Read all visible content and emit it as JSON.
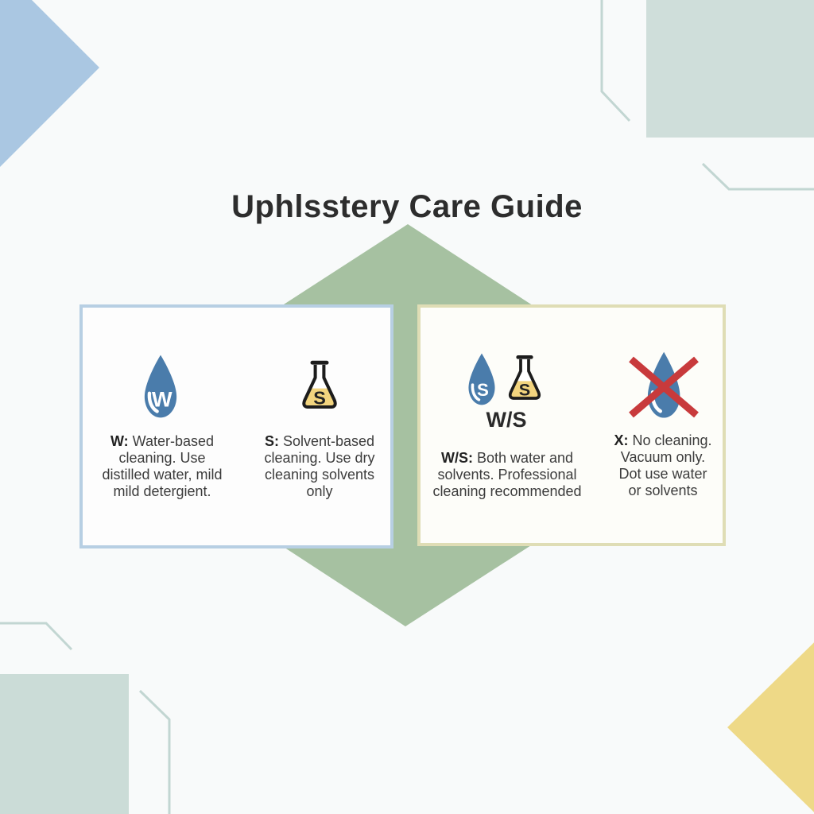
{
  "title": "Uphlsstery Care Guide",
  "colors": {
    "background": "#f8fafa",
    "blue_diamond": "#aac7e2",
    "teal_shape": "#cfdeda",
    "green_diamond": "#a6c1a1",
    "teal_square": "#cbdcd7",
    "yellow_diamond": "#eed987",
    "outline_teal": "#c2d6d2",
    "card_left_border": "#b7cfe3",
    "card_right_border": "#dfddb5",
    "drop_blue": "#4a7cab",
    "flask_yellow": "#f2d47e",
    "cross_red": "#c83a3c",
    "title_text": "#2d2d2d",
    "body_text": "#3c3c3c"
  },
  "decor": [
    {
      "name": "blue-diamond-top-left",
      "color": "#aac7e2"
    },
    {
      "name": "teal-rectangle-top-right",
      "color": "#cfdeda"
    },
    {
      "name": "green-diamond-center",
      "color": "#a6c1a1"
    },
    {
      "name": "teal-square-bottom-left",
      "color": "#cbdcd7"
    },
    {
      "name": "yellow-diamond-bottom-right",
      "color": "#eed987"
    },
    {
      "name": "hexagon-outline-accents",
      "color": "#c2d6d2"
    }
  ],
  "cards": [
    {
      "name": "water-solvent-card",
      "border_color": "#b7cfe3",
      "entries": [
        {
          "code": "W",
          "icon": "water-drop-icon",
          "icon_letter": "W",
          "label_prefix": "W:",
          "lines": [
            "Water-based",
            "cleaning. Use",
            "distilled water, mild",
            "mild detergient."
          ]
        },
        {
          "code": "S",
          "icon": "flask-icon",
          "icon_letter": "S",
          "label_prefix": "S:",
          "lines": [
            "Solvent-based",
            "cleaning. Use dry",
            "cleaning solvents",
            "only"
          ]
        }
      ]
    },
    {
      "name": "ws-x-card",
      "border_color": "#dfddb5",
      "entries": [
        {
          "code": "W/S",
          "icon": "water-drop-and-flask-icons",
          "drop_letter": "S",
          "flask_letter": "S",
          "badge": "W/S",
          "label_prefix": "W/S:",
          "lines": [
            "Both water and",
            "solvents. Professional",
            "cleaning recommended"
          ]
        },
        {
          "code": "X",
          "icon": "crossed-water-drop-icon",
          "label_prefix": "X:",
          "lines": [
            "No cleaning.",
            "Vacuum only.",
            "Dot use water",
            "or solvents"
          ]
        }
      ]
    }
  ]
}
